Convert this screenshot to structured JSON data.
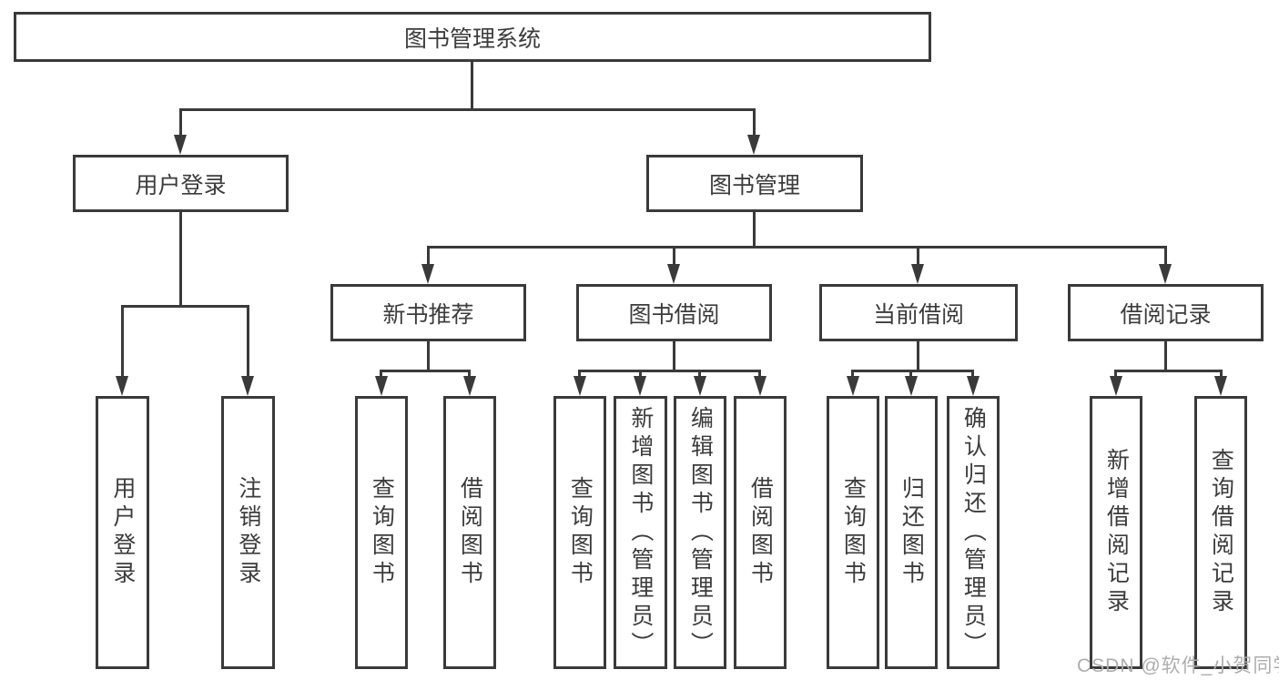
{
  "diagram": {
    "root": {
      "label": "图书管理系统"
    },
    "branches": [
      {
        "label": "用户登录",
        "children": [
          {
            "label": "用户登录"
          },
          {
            "label": "注销登录"
          }
        ]
      },
      {
        "label": "图书管理",
        "groups": [
          {
            "label": "新书推荐",
            "children": [
              {
                "label": "查询图书"
              },
              {
                "label": "借阅图书"
              }
            ]
          },
          {
            "label": "图书借阅",
            "children": [
              {
                "label": "查询图书"
              },
              {
                "label": "新增图书（管理员）"
              },
              {
                "label": "编辑图书（管理员）"
              },
              {
                "label": "借阅图书"
              }
            ]
          },
          {
            "label": "当前借阅",
            "children": [
              {
                "label": "查询图书"
              },
              {
                "label": "归还图书"
              },
              {
                "label": "确认归还（管理员）"
              }
            ]
          },
          {
            "label": "借阅记录",
            "children": [
              {
                "label": "新增借阅记录"
              },
              {
                "label": "查询借阅记录"
              }
            ]
          }
        ]
      }
    ]
  },
  "watermark": {
    "text": "CSDN @软件_小贺同学"
  },
  "colors": {
    "line": "#3a3a3a",
    "text": "#3c3c3c",
    "watermark": "#adadad",
    "background": "#ffffff"
  }
}
